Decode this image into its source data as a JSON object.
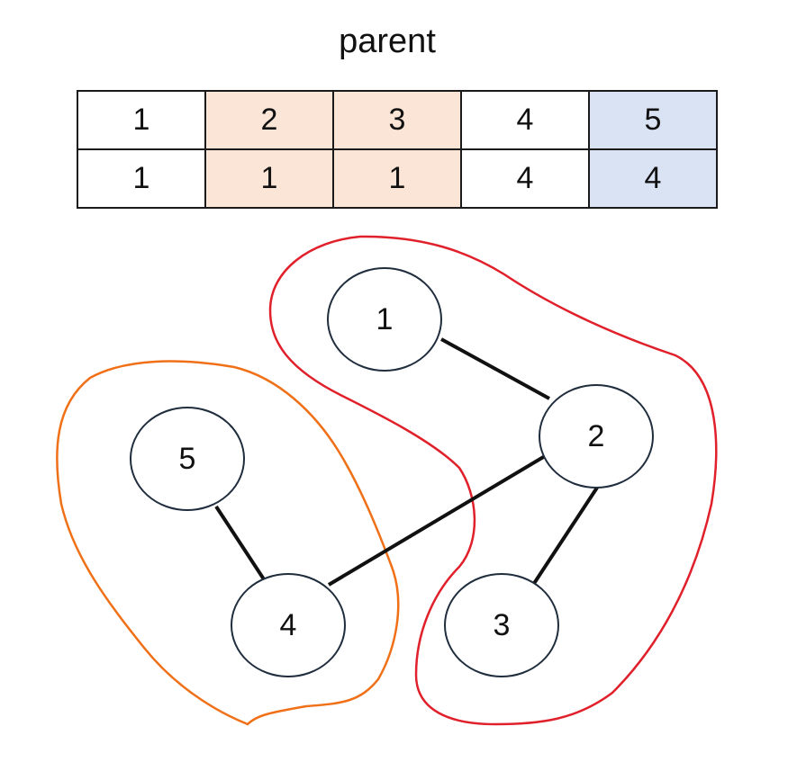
{
  "title": "parent",
  "table": {
    "rows": [
      [
        "1",
        "2",
        "3",
        "4",
        "5"
      ],
      [
        "1",
        "1",
        "1",
        "4",
        "4"
      ]
    ],
    "column_highlights": [
      "none",
      "orange",
      "orange",
      "none",
      "blue"
    ]
  },
  "colors": {
    "orange_fill": "#fbe5d6",
    "blue_fill": "#dae3f3",
    "group_red": "#e0202a",
    "group_orange": "#f07018",
    "node_stroke": "#1f2d3d",
    "edge": "#111111"
  },
  "graph": {
    "nodes": [
      {
        "id": "1",
        "label": "1"
      },
      {
        "id": "2",
        "label": "2"
      },
      {
        "id": "3",
        "label": "3"
      },
      {
        "id": "4",
        "label": "4"
      },
      {
        "id": "5",
        "label": "5"
      }
    ],
    "edges": [
      {
        "from": "1",
        "to": "2"
      },
      {
        "from": "2",
        "to": "3"
      },
      {
        "from": "2",
        "to": "4"
      },
      {
        "from": "5",
        "to": "4"
      }
    ],
    "groups": [
      {
        "members": [
          "1",
          "2",
          "3"
        ],
        "color": "red"
      },
      {
        "members": [
          "4",
          "5"
        ],
        "color": "orange"
      }
    ]
  }
}
